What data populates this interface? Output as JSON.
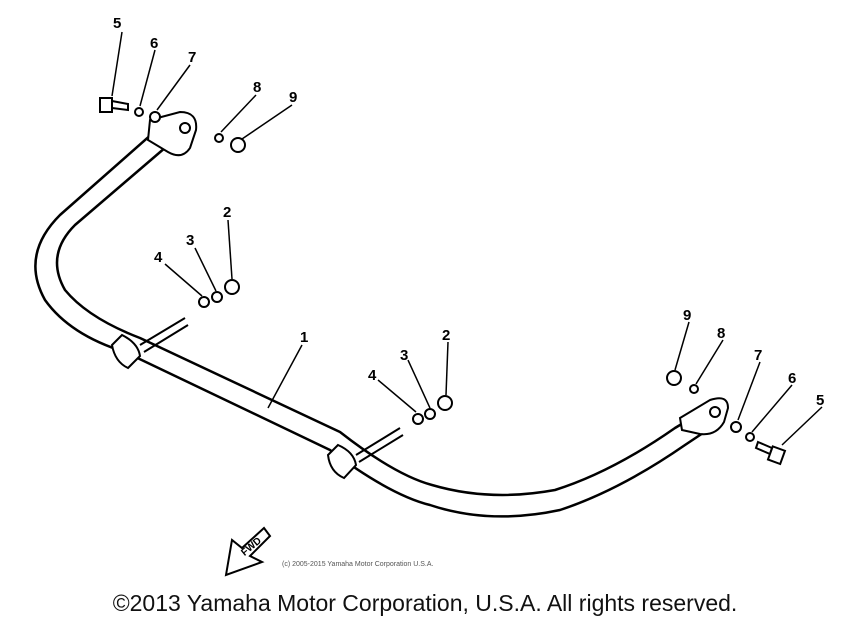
{
  "callouts": {
    "c1": "1",
    "c2a": "2",
    "c3a": "3",
    "c4a": "4",
    "c2b": "2",
    "c3b": "3",
    "c4b": "4",
    "c5a": "5",
    "c6a": "6",
    "c7a": "7",
    "c8a": "8",
    "c9a": "9",
    "c5b": "5",
    "c6b": "6",
    "c7b": "7",
    "c8b": "8",
    "c9b": "9"
  },
  "fwd_label": "FWD",
  "small_copyright": "(c) 2005-2015 Yamaha Motor Corporation  U.S.A.",
  "copyright": "©2013 Yamaha Motor Corporation, U.S.A. All rights reserved."
}
